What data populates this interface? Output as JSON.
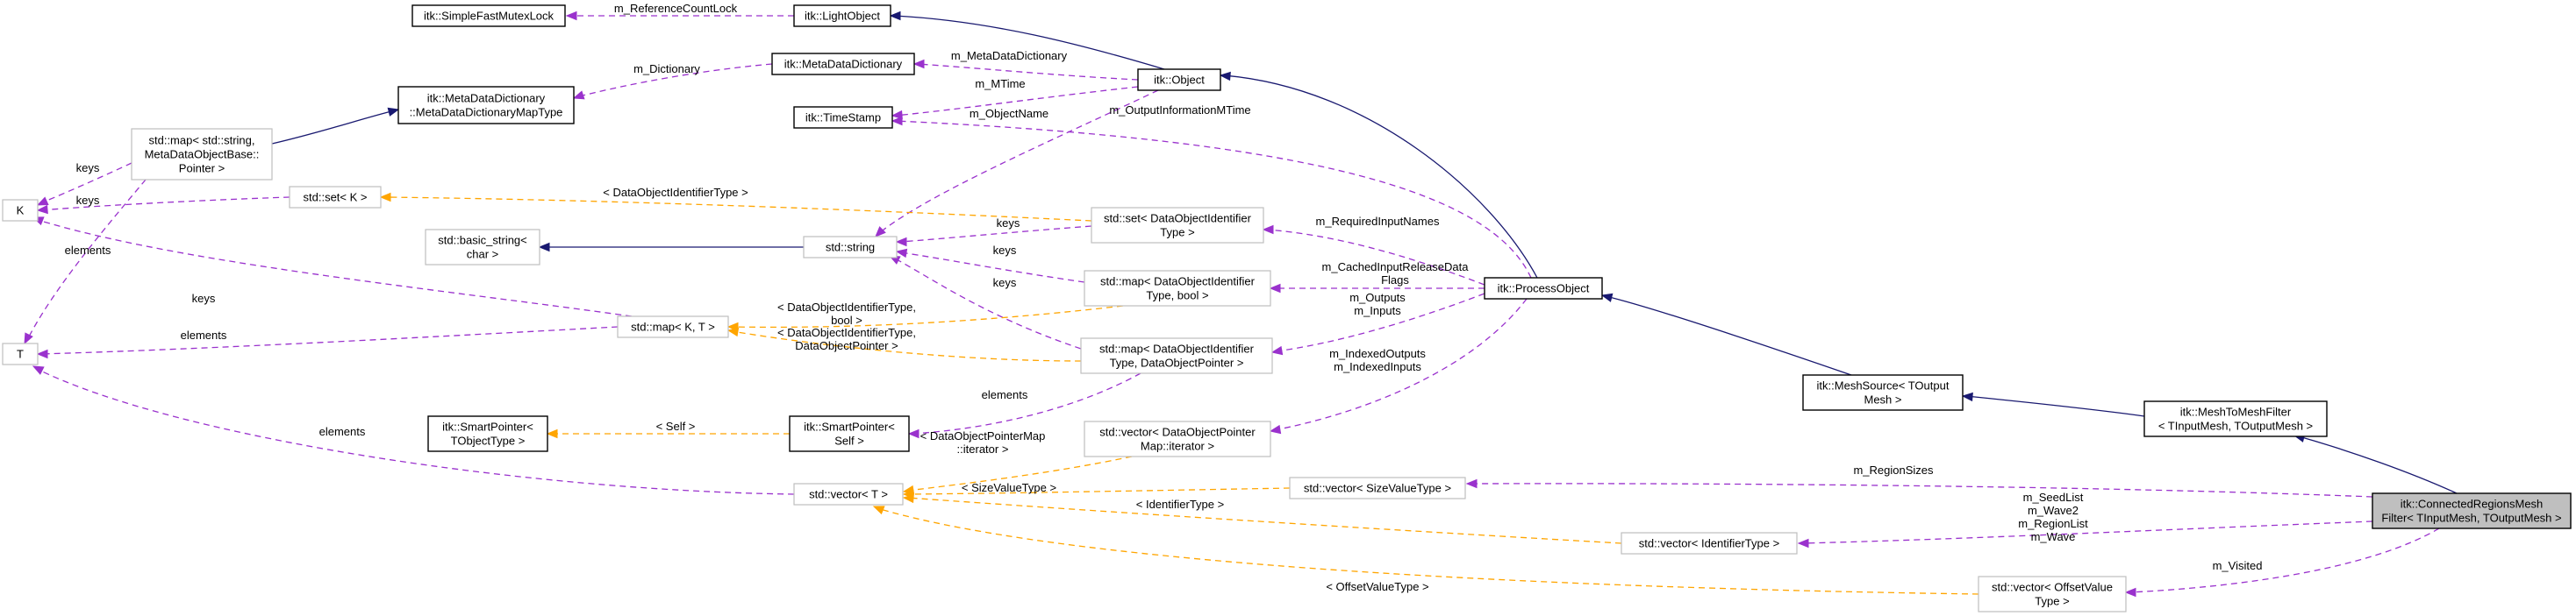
{
  "nodes": {
    "mutexlock": {
      "lines": [
        "itk::SimpleFastMutexLock"
      ]
    },
    "lightobject": {
      "lines": [
        "itk::LightObject"
      ]
    },
    "metadatadictionary": {
      "lines": [
        "itk::MetaDataDictionary"
      ]
    },
    "object": {
      "lines": [
        "itk::Object"
      ]
    },
    "timestamp": {
      "lines": [
        "itk::TimeStamp"
      ]
    },
    "mapType": {
      "lines": [
        "itk::MetaDataDictionary",
        "::MetaDataDictionaryMapType"
      ]
    },
    "stdmapMeta": {
      "lines": [
        "std::map< std::string,",
        "MetaDataObjectBase::",
        "Pointer >"
      ]
    },
    "K": {
      "lines": [
        "K"
      ]
    },
    "setK": {
      "lines": [
        "std::set< K >"
      ]
    },
    "setDOI": {
      "lines": [
        "std::set< DataObjectIdentifier",
        "Type >"
      ]
    },
    "basicString": {
      "lines": [
        "std::basic_string<",
        "char >"
      ]
    },
    "string": {
      "lines": [
        "std::string"
      ]
    },
    "mapDOIbool": {
      "lines": [
        "std::map< DataObjectIdentifier",
        "Type, bool >"
      ]
    },
    "processObject": {
      "lines": [
        "itk::ProcessObject"
      ]
    },
    "T": {
      "lines": [
        "T"
      ]
    },
    "mapKT": {
      "lines": [
        "std::map< K, T >"
      ]
    },
    "mapDOIptr": {
      "lines": [
        "std::map< DataObjectIdentifier",
        "Type, DataObjectPointer >"
      ]
    },
    "smartPtrT": {
      "lines": [
        "itk::SmartPointer<",
        "TObjectType >"
      ]
    },
    "smartPtrSelf": {
      "lines": [
        "itk::SmartPointer<",
        "Self >"
      ]
    },
    "vecDOPmap": {
      "lines": [
        "std::vector< DataObjectPointer",
        "Map::iterator >"
      ]
    },
    "meshSource": {
      "lines": [
        "itk::MeshSource< TOutput",
        "Mesh >"
      ]
    },
    "meshToMesh": {
      "lines": [
        "itk::MeshToMeshFilter",
        "< TInputMesh, TOutputMesh >"
      ]
    },
    "vecT": {
      "lines": [
        "std::vector< T >"
      ]
    },
    "vecSize": {
      "lines": [
        "std::vector< SizeValueType >"
      ]
    },
    "vecId": {
      "lines": [
        "std::vector< IdentifierType >"
      ]
    },
    "vecOffset": {
      "lines": [
        "std::vector< OffsetValue",
        "Type >"
      ]
    },
    "focus": {
      "lines": [
        "itk::ConnectedRegionsMesh",
        "Filter< TInputMesh, TOutputMesh >"
      ]
    }
  },
  "edge_labels": {
    "refCountLock": "m_ReferenceCountLock",
    "mDictionary": "m_Dictionary",
    "mMetaDataDictionary": "m_MetaDataDictionary",
    "mMTime": "m_MTime",
    "mObjectName": "m_ObjectName",
    "mOutputInfoMTime": "m_OutputInformationMTime",
    "keysMetaK": "keys",
    "keysSetK": "keys",
    "elementsMetaT": "elements",
    "doiType": "< DataObjectIdentifierType >",
    "keysSetDOI": "keys",
    "keysMapBool": "keys",
    "keysMapPtr": "keys",
    "mRequiredInputNames": "m_RequiredInputNames",
    "mCachedFlags": [
      "m_CachedInputReleaseData",
      "Flags"
    ],
    "mOutputsInputs": [
      "m_Outputs",
      "m_Inputs"
    ],
    "mIndexed": [
      "m_IndexedOutputs",
      "m_IndexedInputs"
    ],
    "keysMapKT": "keys",
    "elementsMapKT": "elements",
    "doiTypeBool": [
      "< DataObjectIdentifierType,",
      "bool >"
    ],
    "doiTypePtr": [
      "< DataObjectIdentifierType,",
      "DataObjectPointer >"
    ],
    "elementsSmart": "elements",
    "self": "< Self >",
    "elementsVecT": "elements",
    "dopMapIter": [
      "< DataObjectPointerMap",
      "::iterator >"
    ],
    "sizeValueType": "< SizeValueType >",
    "identifierType": "< IdentifierType >",
    "offsetValueType": "< OffsetValueType >",
    "mRegionSizes": "m_RegionSizes",
    "mSeedWaveRegion": [
      "m_SeedList",
      "m_Wave2",
      "m_RegionList",
      "m_Wave"
    ],
    "mVisited": "m_Visited"
  },
  "colors": {
    "inheritance": "#191970",
    "member": "#9a32cd",
    "template": "#ffa500",
    "focus_fill": "#bfbfbf",
    "external_border": "#bfbfbf",
    "documented_border": "#000000"
  }
}
